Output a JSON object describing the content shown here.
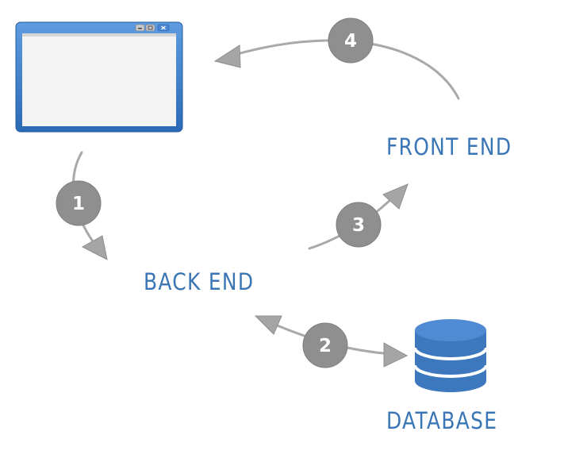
{
  "nodes": {
    "front_end": {
      "label": "FRONT END"
    },
    "back_end": {
      "label": "BACK END"
    },
    "database": {
      "label": "DATABASE"
    }
  },
  "steps": [
    "1",
    "2",
    "3",
    "4"
  ],
  "colors": {
    "label_text": "#3a76b5",
    "arrow": "#a9a9a9",
    "step_badge": "#8f8f8f",
    "window_frame": "#2f6fb8",
    "database": "#3d78bf"
  },
  "icons": {
    "browser": "browser-window-icon",
    "database": "database-icon"
  }
}
